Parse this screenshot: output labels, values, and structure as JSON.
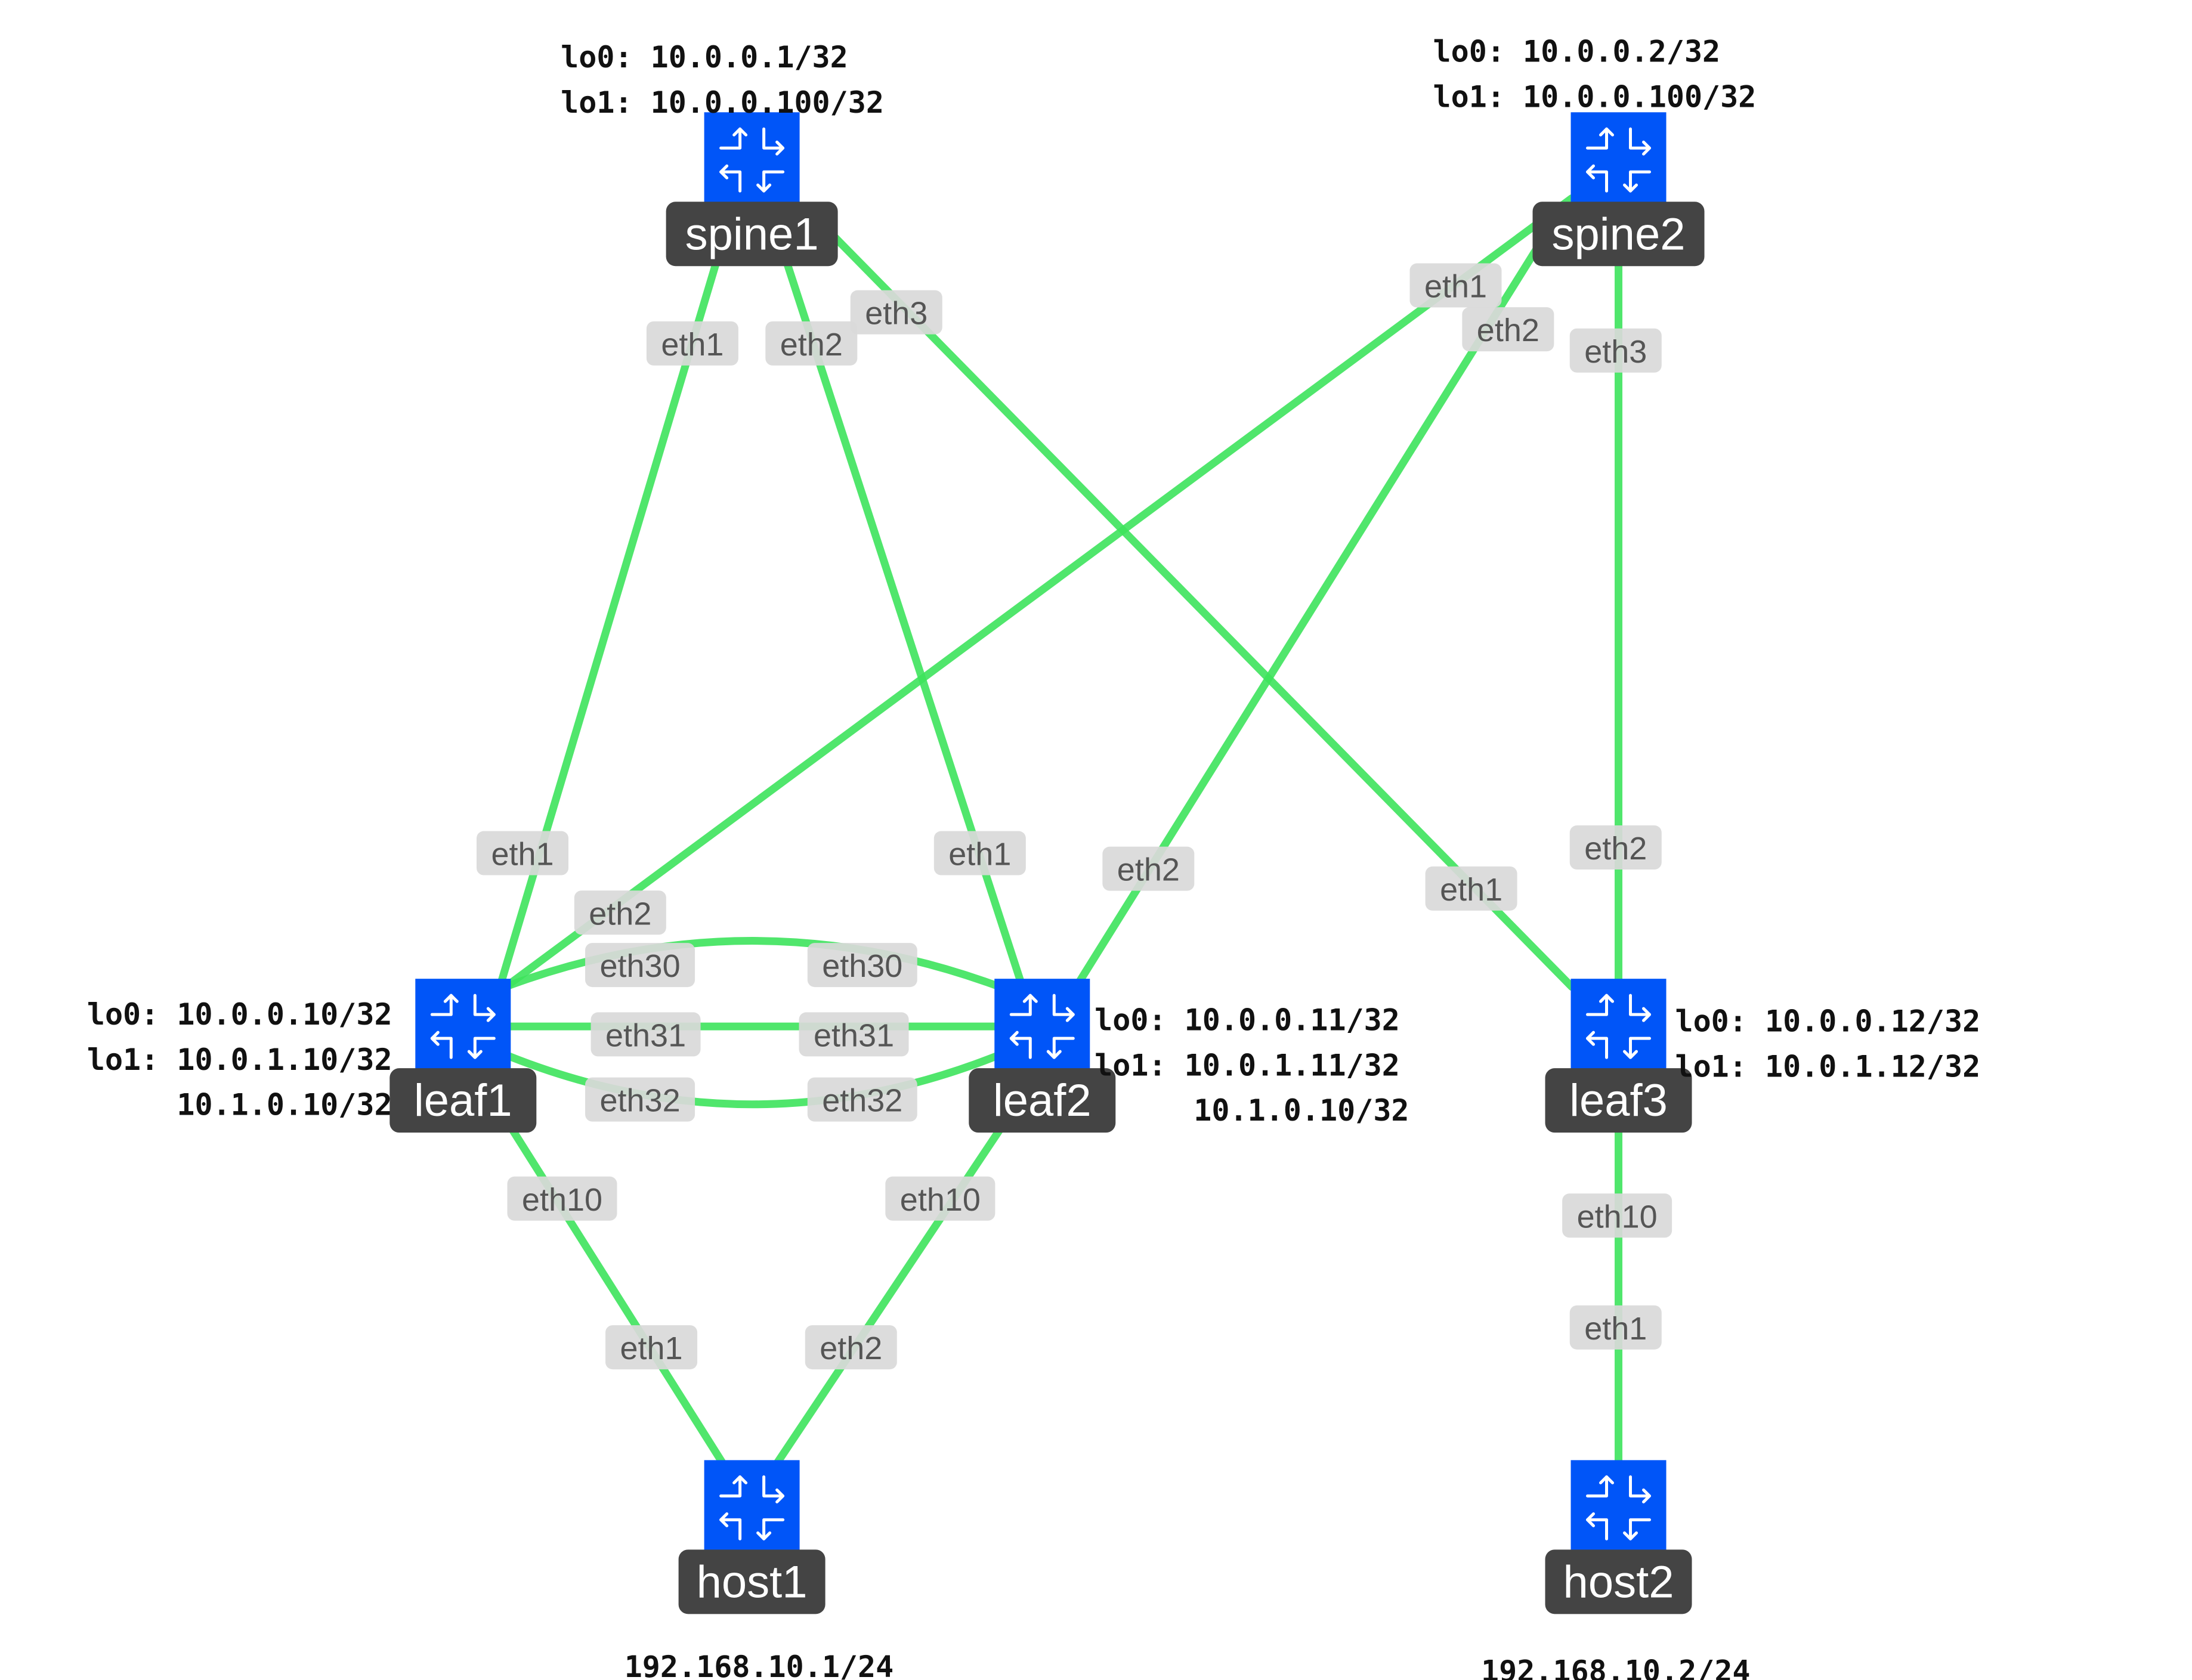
{
  "nodes": {
    "spine1": {
      "name": "spine1",
      "icon": "router-icon"
    },
    "spine2": {
      "name": "spine2",
      "icon": "router-icon"
    },
    "leaf1": {
      "name": "leaf1",
      "icon": "router-icon"
    },
    "leaf2": {
      "name": "leaf2",
      "icon": "router-icon"
    },
    "leaf3": {
      "name": "leaf3",
      "icon": "router-icon"
    },
    "host1": {
      "name": "host1",
      "icon": "router-icon"
    },
    "host2": {
      "name": "host2",
      "icon": "router-icon"
    }
  },
  "info": {
    "spine1": [
      "lo0: 10.0.0.1/32",
      "lo1: 10.0.0.100/32"
    ],
    "spine2": [
      "lo0: 10.0.0.2/32",
      "lo1: 10.0.0.100/32"
    ],
    "leaf1": [
      "lo0: 10.0.0.10/32",
      "lo1: 10.0.1.10/32",
      "10.1.0.10/32"
    ],
    "leaf2": [
      "lo0: 10.0.0.11/32",
      "lo1: 10.0.1.11/32",
      "10.1.0.10/32"
    ],
    "leaf3": [
      "lo0: 10.0.0.12/32",
      "lo1: 10.0.1.12/32"
    ],
    "host1": [
      "192.168.10.1/24"
    ],
    "host2": [
      "192.168.10.2/24"
    ]
  },
  "links": [
    {
      "a": "spine1",
      "a_port": "eth1",
      "b": "leaf1",
      "b_port": "eth1"
    },
    {
      "a": "spine1",
      "a_port": "eth2",
      "b": "leaf2",
      "b_port": "eth1"
    },
    {
      "a": "spine1",
      "a_port": "eth3",
      "b": "leaf3",
      "b_port": "eth1"
    },
    {
      "a": "spine2",
      "a_port": "eth1",
      "b": "leaf1",
      "b_port": "eth2"
    },
    {
      "a": "spine2",
      "a_port": "eth2",
      "b": "leaf2",
      "b_port": "eth2"
    },
    {
      "a": "spine2",
      "a_port": "eth3",
      "b": "leaf3",
      "b_port": "eth2"
    },
    {
      "a": "leaf1",
      "a_port": "eth30",
      "b": "leaf2",
      "b_port": "eth30"
    },
    {
      "a": "leaf1",
      "a_port": "eth31",
      "b": "leaf2",
      "b_port": "eth31"
    },
    {
      "a": "leaf1",
      "a_port": "eth32",
      "b": "leaf2",
      "b_port": "eth32"
    },
    {
      "a": "leaf1",
      "a_port": "eth10",
      "b": "host1",
      "b_port": "eth1"
    },
    {
      "a": "leaf2",
      "a_port": "eth10",
      "b": "host1",
      "b_port": "eth2"
    },
    {
      "a": "leaf3",
      "a_port": "eth10",
      "b": "host2",
      "b_port": "eth1"
    }
  ],
  "colors": {
    "link": "#3de35c",
    "node": "#0055f8",
    "label_bg": "#444444",
    "port_bg": "#d9d9d9"
  }
}
